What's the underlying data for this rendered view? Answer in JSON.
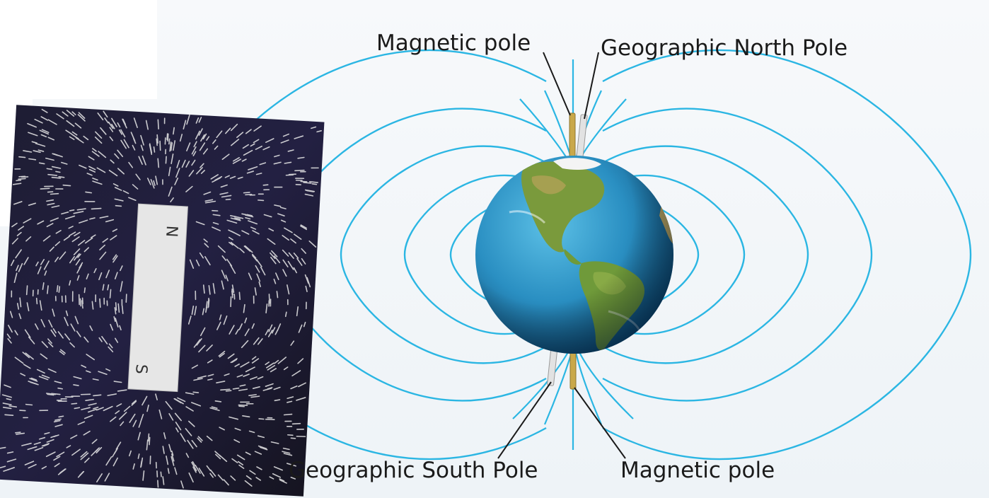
{
  "labels": {
    "magnetic_pole_top": "Magnetic pole",
    "geographic_north_pole": "Geographic North Pole",
    "geographic_south_pole": "Geographic South Pole",
    "magnetic_pole_bottom": "Magnetic pole"
  },
  "bar_magnet": {
    "north_letter": "N",
    "south_letter": "S"
  },
  "colors": {
    "field_line": "#2bb6e3",
    "ocean": "#2a8fc2",
    "land": "#6f9a3a",
    "magnetic_axis": "#c9a84a",
    "geographic_axis": "#d8d8d8",
    "photo_background": "#1b1a2a"
  }
}
